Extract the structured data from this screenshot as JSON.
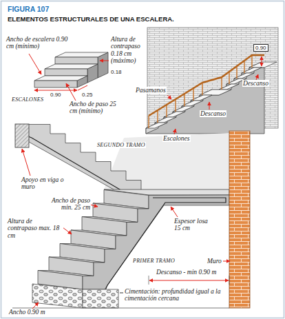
{
  "diagram": {
    "title": "ELEMENTOS ESTRUCTURALES DE UNA ESCALERA.",
    "labels": [
      "FIGURA 107",
      "Ancho de escalera 0.90 cm (mínimo)",
      "Altura de contrapaso 0.18 cm (máximo)",
      "0.18",
      "0.90",
      "0.25",
      "ESCALONES",
      "Ancho de paso 25 cm (mínimo)",
      "0.90",
      "Descanso",
      "Pasamanos",
      "Descanso",
      "Escalones",
      "SEGUNDO TRAMO",
      "Apoyo en viga o muro",
      "Ancho de paso min. 25 cm",
      "Altura de contrapaso max. 18 cm",
      "Espesor losa 15 cm",
      "Muro",
      "PRIMER TRAMO",
      "Descanso - min 0.90 m",
      "Ancho 0.90 m",
      "Cimentación: profundidad igual a la cimentación cercana"
    ]
  }
}
